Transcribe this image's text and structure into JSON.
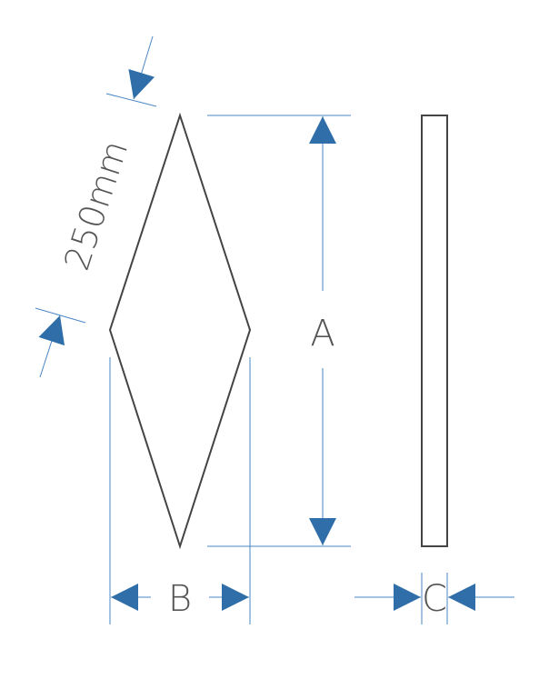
{
  "labels": {
    "side_length": "250mm",
    "height": "A",
    "width": "B",
    "thickness": "C"
  },
  "colors": {
    "shape_stroke": "#444444",
    "dimension_line": "#4a86c5",
    "arrow": "#2f6ea8",
    "text": "#555555"
  }
}
